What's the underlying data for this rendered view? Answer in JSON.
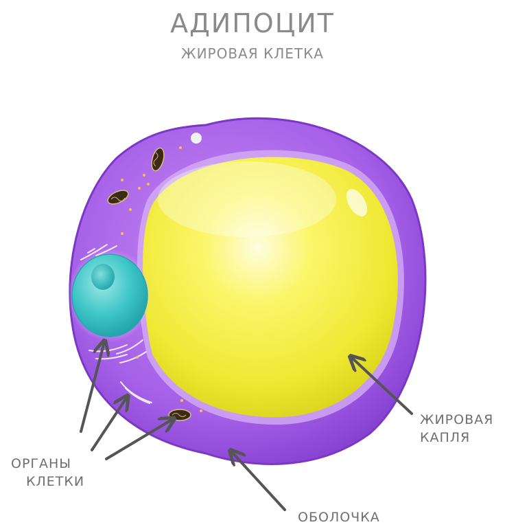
{
  "title": "АДИПОЦИТ",
  "subtitle": "ЖИРОВАЯ КЛЕТКА",
  "labels": {
    "fat_droplet_line1": "ЖИРОВАЯ",
    "fat_droplet_line2": "КАПЛЯ",
    "organelles_line1": "ОРГАНЫ",
    "organelles_line2": "КЛЕТКИ",
    "membrane": "ОБОЛОЧКА"
  },
  "colors": {
    "cytoplasm": "#9b4fe0",
    "fat_droplet": "#f2ee3a",
    "nucleus": "#3cc4c6",
    "arrow": "#555555",
    "text": "#777777"
  }
}
